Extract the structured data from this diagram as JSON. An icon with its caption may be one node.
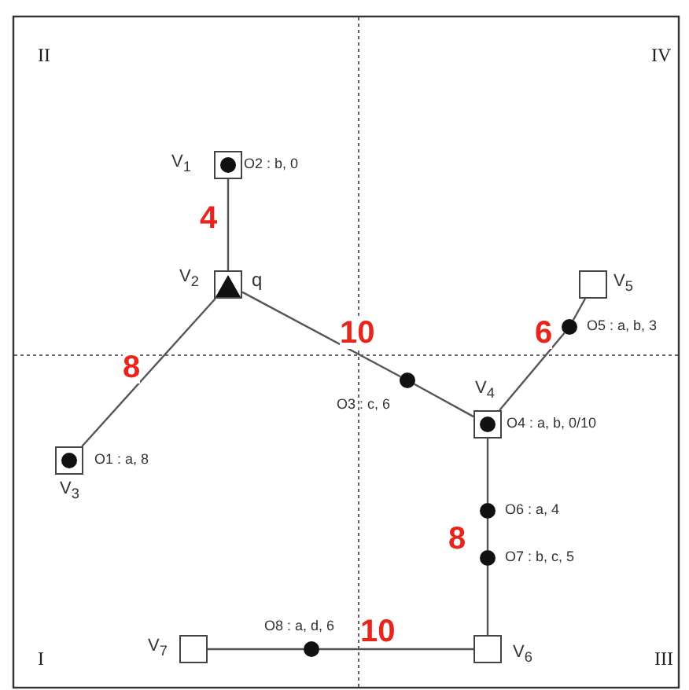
{
  "diagram": {
    "nodes": [
      {
        "text": [
          "V$_{1}$"
        ],
        "beside": [
          "O2 : b, 0"
        ]
      },
      {
        "text": [
          "V$_{2}$"
        ],
        "beside": [
          "q"
        ]
      },
      {
        "text": [
          "V$_{5}$"
        ]
      },
      {
        "text": [],
        "shape": "circle",
        "beside": [
          "O5 : a, b, 3"
        ]
      },
      {
        "text": [],
        "shape": "circle",
        "beside": [
          "O3 : c, 6"
        ]
      },
      {
        "text": [
          "V$_{4}$"
        ],
        "beside": [
          "O4 : a, b, 0/10"
        ]
      },
      {
        "text": [
          "V$_{3}$"
        ],
        "beside": [
          "O1 : a, 8"
        ]
      },
      {
        "text": [],
        "shape": "circle",
        "beside": [
          "O6 : a, 4"
        ]
      },
      {
        "text": [],
        "shape": "circle",
        "beside": [
          "O7 : b, c, 5"
        ]
      },
      {
        "text": [
          "V$_{7}$"
        ]
      },
      {
        "text": [],
        "shape": "circle",
        "beside": [
          "O8 : a, d, 6"
        ]
      },
      {
        "text": [
          "V$_{6}$"
        ]
      }
    ],
    "edges": [
      {
        "from": 0,
        "to": 1,
        "arrow": "none",
        "label": "4"
      },
      {
        "from": 1,
        "to": 6,
        "arrow": "none",
        "label": "8"
      },
      {
        "from": 1,
        "to": 4,
        "arrow": "none",
        "label": "10"
      },
      {
        "from": 4,
        "to": 5,
        "arrow": "none"
      },
      {
        "from": 5,
        "to": 3,
        "arrow": "none",
        "label": "6"
      },
      {
        "from": 3,
        "to": 2,
        "arrow": "none"
      },
      {
        "from": 5,
        "to": 7,
        "arrow": "none"
      },
      {
        "from": 7,
        "to": 8,
        "arrow": "none",
        "label": "8"
      },
      {
        "from": 8,
        "to": 11,
        "arrow": "none"
      },
      {
        "from": 9,
        "to": 10,
        "arrow": "none"
      },
      {
        "from": 10,
        "to": 11,
        "arrow": "none",
        "label": "10"
      }
    ],
    "labels": [
      "II",
      "IV",
      "I",
      "III"
    ]
  }
}
